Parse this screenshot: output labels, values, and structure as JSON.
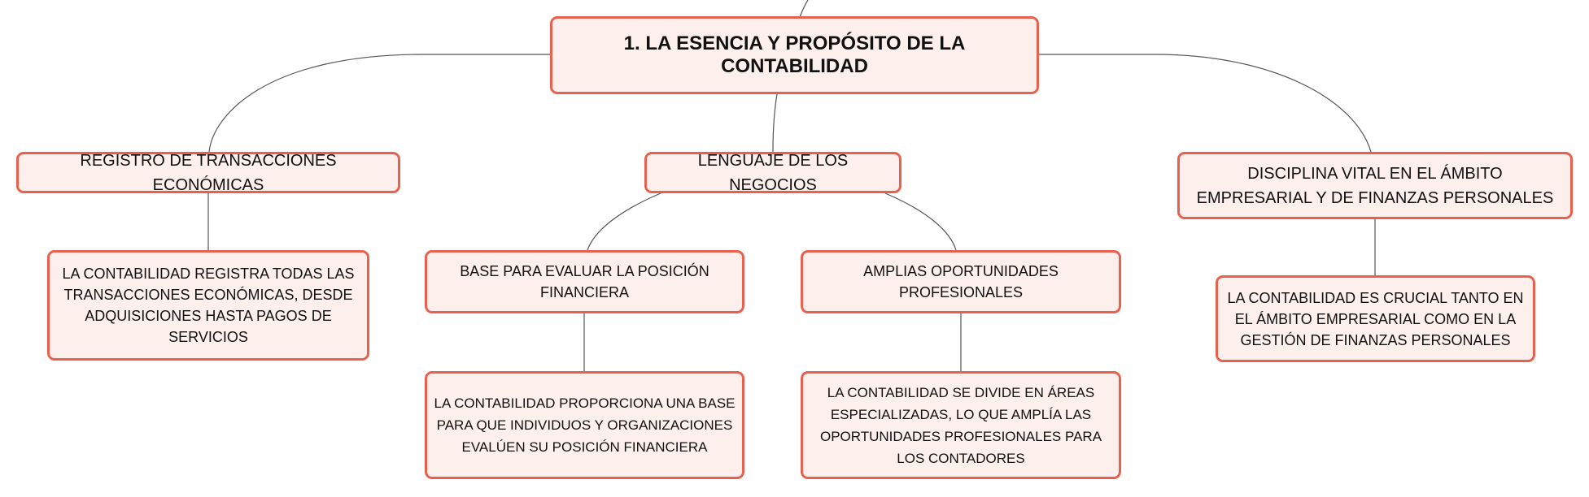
{
  "diagram": {
    "type": "mind-map",
    "colors": {
      "node_border": "#e8614f",
      "node_fill": "#fdf0ec",
      "connector": "#555555",
      "text": "#111111"
    },
    "root": {
      "label": "1. LA ESENCIA Y PROPÓSITO DE LA CONTABILIDAD"
    },
    "branches": [
      {
        "label": "REGISTRO DE TRANSACCIONES ECONÓMICAS",
        "children": [
          {
            "label": "LA CONTABILIDAD REGISTRA TODAS LAS TRANSACCIONES ECONÓMICAS, DESDE ADQUISICIONES HASTA PAGOS DE SERVICIOS"
          }
        ]
      },
      {
        "label": "LENGUAJE DE LOS NEGOCIOS",
        "children": [
          {
            "label": "BASE PARA EVALUAR LA POSICIÓN FINANCIERA",
            "children": [
              {
                "label": "LA CONTABILIDAD PROPORCIONA UNA BASE PARA QUE INDIVIDUOS Y ORGANIZACIONES EVALÚEN SU POSICIÓN FINANCIERA"
              }
            ]
          },
          {
            "label": "AMPLIAS OPORTUNIDADES PROFESIONALES",
            "children": [
              {
                "label": "LA CONTABILIDAD SE DIVIDE EN ÁREAS ESPECIALIZADAS, LO QUE AMPLÍA LAS OPORTUNIDADES PROFESIONALES PARA LOS CONTADORES"
              }
            ]
          }
        ]
      },
      {
        "label": "DISCIPLINA VITAL EN EL ÁMBITO EMPRESARIAL Y DE FINANZAS PERSONALES",
        "children": [
          {
            "label": "LA CONTABILIDAD ES CRUCIAL TANTO EN EL ÁMBITO EMPRESARIAL COMO EN LA GESTIÓN DE FINANZAS PERSONALES"
          }
        ]
      }
    ]
  }
}
